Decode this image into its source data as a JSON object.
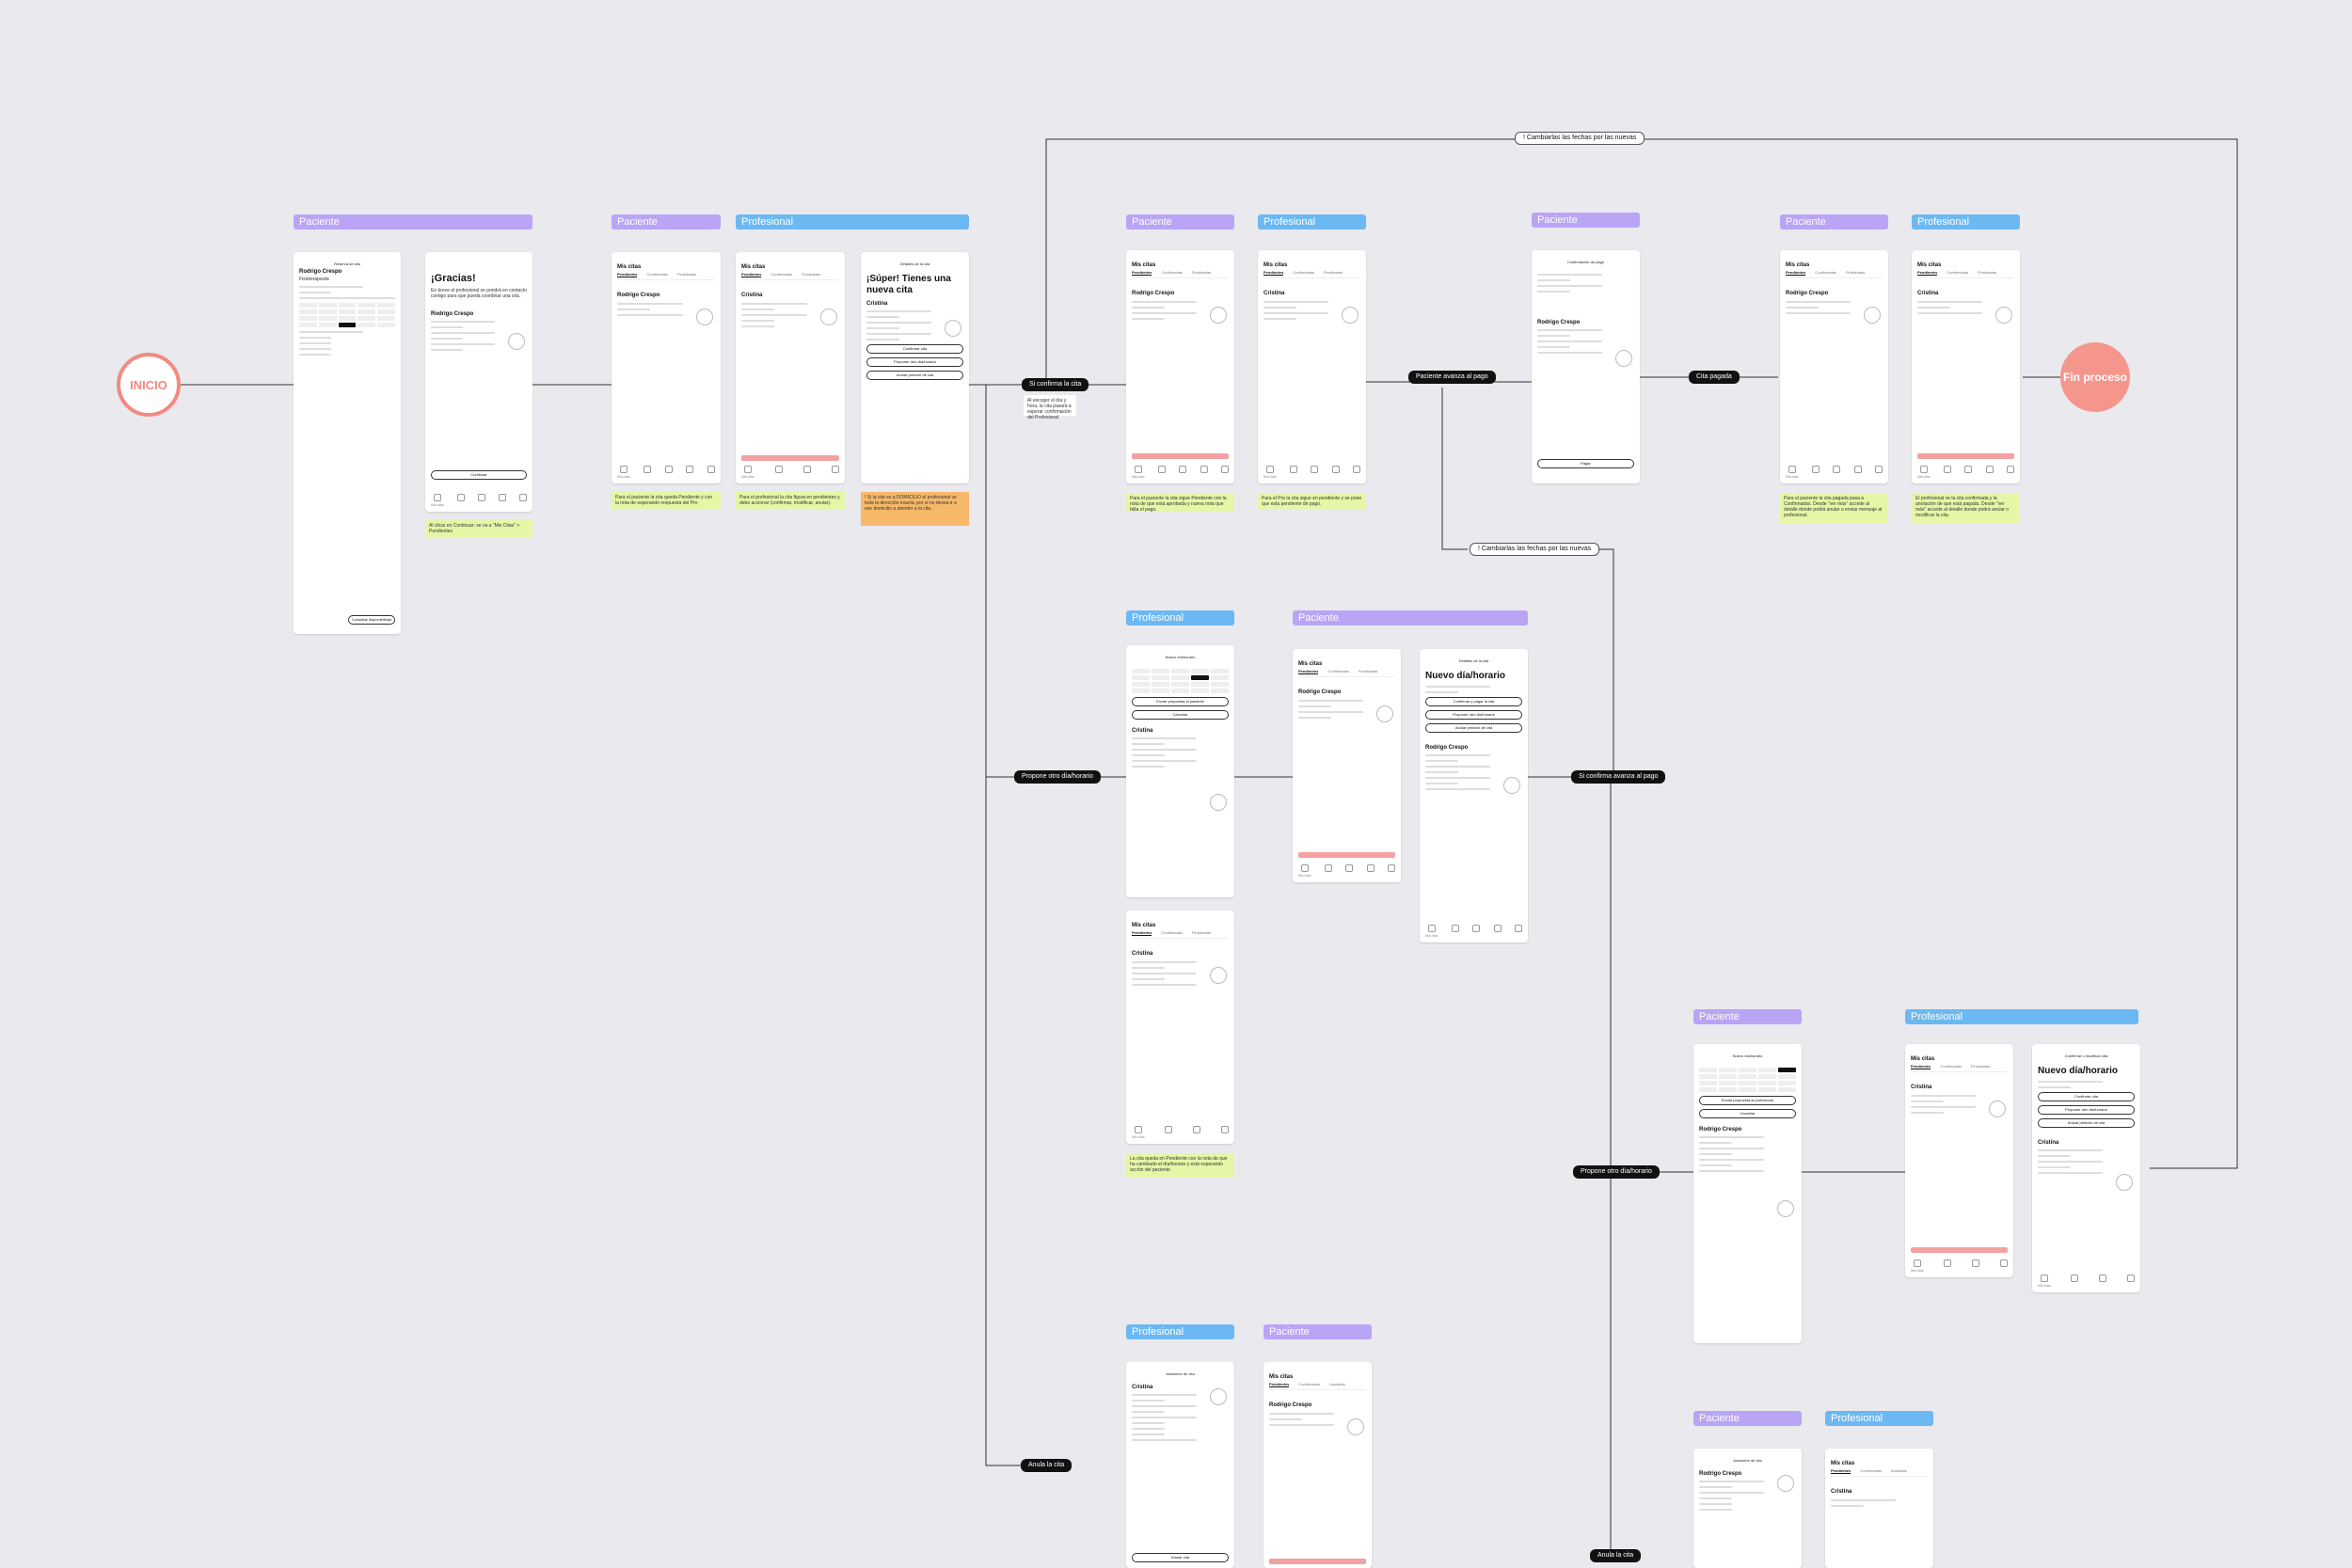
{
  "lanes": [
    {
      "id": "l1",
      "label": "Paciente",
      "kind": "pac"
    },
    {
      "id": "l2",
      "label": "Paciente",
      "kind": "pac"
    },
    {
      "id": "l3",
      "label": "Profesional",
      "kind": "pro"
    },
    {
      "id": "l4",
      "label": "Paciente",
      "kind": "pac"
    },
    {
      "id": "l5",
      "label": "Profesional",
      "kind": "pro"
    },
    {
      "id": "l6",
      "label": "Paciente",
      "kind": "pac"
    },
    {
      "id": "l7",
      "label": "Paciente",
      "kind": "pac"
    },
    {
      "id": "l8",
      "label": "Profesional",
      "kind": "pro"
    },
    {
      "id": "l9",
      "label": "Profesional",
      "kind": "pro"
    },
    {
      "id": "l10",
      "label": "Paciente",
      "kind": "pac"
    },
    {
      "id": "l11",
      "label": "Paciente",
      "kind": "pac"
    },
    {
      "id": "l12",
      "label": "Profesional",
      "kind": "pro"
    },
    {
      "id": "l13",
      "label": "Profesional",
      "kind": "pro"
    },
    {
      "id": "l14",
      "label": "Paciente",
      "kind": "pac"
    },
    {
      "id": "l15",
      "label": "Paciente",
      "kind": "pac"
    },
    {
      "id": "l16",
      "label": "Profesional",
      "kind": "pro"
    }
  ],
  "start": "INICIO",
  "end": "Fin proceso",
  "pills": [
    {
      "id": "p1",
      "label": "Si confirma la cita",
      "style": "dark"
    },
    {
      "id": "p2",
      "label": "Propone otro día/horario",
      "style": "dark"
    },
    {
      "id": "p3",
      "label": "Anula la cita",
      "style": "dark"
    },
    {
      "id": "p4",
      "label": "Paciente avanza al pago",
      "style": "dark"
    },
    {
      "id": "p5",
      "label": "Cita pagada",
      "style": "dark"
    },
    {
      "id": "p6",
      "label": "Si confirma avanza al pago",
      "style": "dark"
    },
    {
      "id": "p7",
      "label": "Propone otro día/horario",
      "style": "dark"
    },
    {
      "id": "p8",
      "label": "Anula la cita",
      "style": "dark"
    },
    {
      "id": "p9",
      "label": "! Cambiarlas las fechas por las nuevas",
      "style": "white"
    },
    {
      "id": "p10",
      "label": "! Cambiarlas las fechas por las nuevas",
      "style": "white"
    }
  ],
  "screens": {
    "s1": {
      "header": "Reserva de cita",
      "name": "Rodrigo Crespo",
      "role": "Fisioterapeuta",
      "cta": "Consultar disponibilidad"
    },
    "s2": {
      "big": "¡Gracias!",
      "sub": "En breve el profesional se pondrá en contacto contigo para que pueda coordinar una cita.",
      "name": "Rodrigo Crespo",
      "cta": "Continuar"
    },
    "s3": {
      "title": "Mis citas",
      "tabs": [
        "Pendientes",
        "Confirmadas",
        "Finalizadas"
      ],
      "name": "Rodrigo Crespo"
    },
    "s4": {
      "title": "Mis citas",
      "tabs": [
        "Pendientes",
        "Confirmadas",
        "Finalizadas"
      ],
      "name": "Cristina"
    },
    "s5": {
      "header": "Detalles de la cita",
      "big": "¡Súper! Tienes una nueva cita",
      "name": "Cristina",
      "btns": [
        "Confirmar cita",
        "Proponer otro día/horario",
        "Anular petición de cita"
      ]
    },
    "s6": {
      "title": "Mis citas",
      "tabs": [
        "Pendientes",
        "Confirmadas",
        "Finalizadas"
      ],
      "name": "Rodrigo Crespo"
    },
    "s7": {
      "title": "Mis citas",
      "tabs": [
        "Pendientes",
        "Confirmadas",
        "Finalizadas"
      ],
      "name": "Cristina"
    },
    "s8": {
      "header": "Confirmación de pago",
      "name": "Rodrigo Crespo",
      "cta": "Pagar"
    },
    "s9": {
      "title": "Mis citas",
      "tabs": [
        "Pendientes",
        "Confirmadas",
        "Finalizadas"
      ],
      "name": "Rodrigo Crespo"
    },
    "s10": {
      "title": "Mis citas",
      "tabs": [
        "Pendientes",
        "Confirmadas",
        "Finalizadas"
      ],
      "name": "Cristina"
    },
    "s11": {
      "header": "Nuevo día/horario",
      "name": "Cristina",
      "btns": [
        "Enviar propuesta al paciente",
        "Cancelar"
      ]
    },
    "s12": {
      "title": "Mis citas",
      "tabs": [
        "Pendientes",
        "Confirmadas",
        "Finalizadas"
      ],
      "name": "Rodrigo Crespo"
    },
    "s13": {
      "header": "Detalles de la cita",
      "big": "Nuevo día/horario",
      "name": "Rodrigo Crespo",
      "btns": [
        "Confirmar y pagar la cita",
        "Proponer otro día/horario",
        "Anular petición de cita"
      ]
    },
    "s14": {
      "title": "Mis citas",
      "tabs": [
        "Pendientes",
        "Confirmadas",
        "Finalizadas"
      ],
      "name": "Cristina"
    },
    "s15": {
      "header": "Nuevo día/horario",
      "name": "Rodrigo Crespo",
      "btns": [
        "Enviar propuesta al profesional",
        "Cancelar"
      ]
    },
    "s16": {
      "title": "Mis citas",
      "tabs": [
        "Pendientes",
        "Confirmadas",
        "Finalizadas"
      ],
      "name": "Cristina"
    },
    "s17": {
      "header": "Confirmar o modificar cita",
      "big": "Nuevo día/horario",
      "name": "Cristina",
      "btns": [
        "Confirmar cita",
        "Proponer otro día/horario",
        "Anular petición de cita"
      ]
    },
    "s18": {
      "header": "Anulación de cita",
      "name": "Cristina",
      "cta": "Anular cita"
    },
    "s19": {
      "title": "Mis citas",
      "tabs": [
        "Pendientes",
        "Confirmadas",
        "Anuladas"
      ],
      "name": "Rodrigo Crespo"
    },
    "s20": {
      "header": "Anulación de cita",
      "name": "Rodrigo Crespo"
    },
    "s21": {
      "title": "Mis citas",
      "tabs": [
        "Pendientes",
        "Confirmadas",
        "Anuladas"
      ],
      "name": "Cristina"
    }
  },
  "notes": [
    {
      "id": "n1",
      "text": "Al clicar en Continuar: se va a \"Mis Citas\" > Pendientes",
      "kind": "y"
    },
    {
      "id": "n2",
      "text": "Para el paciente la cita queda Pendiente y con la nota de esperando respuesta del Pro",
      "kind": "y"
    },
    {
      "id": "n3",
      "text": "Para el profesional la cita figura en pendientes y debe accionar (confirmar, modificar, anular).",
      "kind": "y"
    },
    {
      "id": "n4",
      "text": "! Si la cita es a DOMICILIO el profesional ve toda la dirección exacta, por si no desea ir a ese domicilio a atender a la cita.",
      "kind": "o"
    },
    {
      "id": "n5",
      "text": "Para el paciente la cita sigue Pendiente con la nota de que está aprobada y nueva nota que falta el pago.",
      "kind": "y"
    },
    {
      "id": "n6",
      "text": "Para el Pro la cita sigue en pendiente y se pone que esta pendiente de pago.",
      "kind": "y"
    },
    {
      "id": "n7",
      "text": "Para el paciente la cita pagada pasa a Confirmadas. Desde \"ver más\" accede al detalle donde podrá anular o enviar mensaje al profesional.",
      "kind": "y"
    },
    {
      "id": "n8",
      "text": "El profesional ve la cita confirmada y la anotación de que está pagada. Desde \"ver más\" accede al detalle donde podrá anular o modificar la cita.",
      "kind": "y"
    },
    {
      "id": "n9",
      "text": "La cita queda en Pendiente con la nota de que ha cambiado el día/horario y está esperando acción del paciente.",
      "kind": "y"
    },
    {
      "id": "n10",
      "text": "Al escoger el día y hora, la cita pasará a esperar confirmación del Profesional",
      "kind": "plain"
    }
  ]
}
